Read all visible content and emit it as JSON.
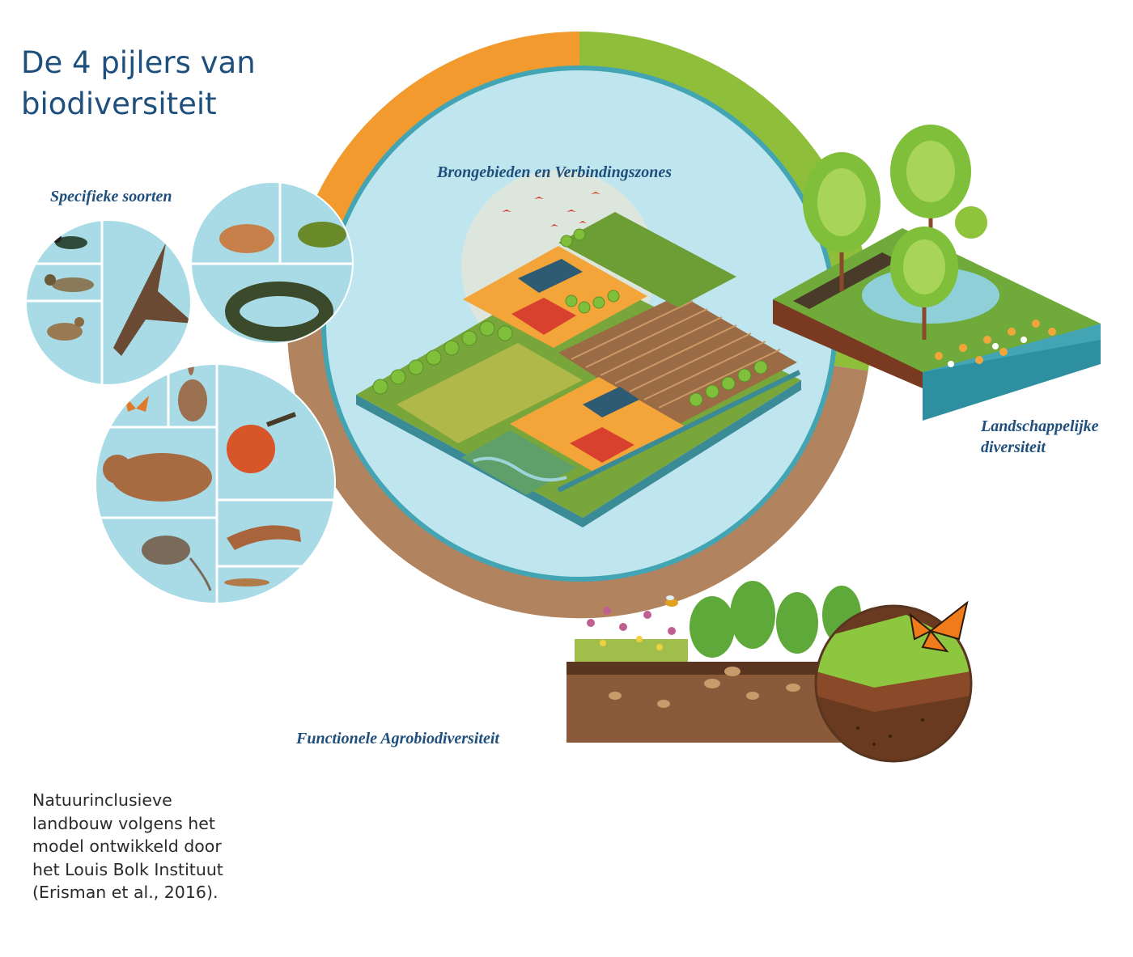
{
  "title": "De 4 pijlers van biodiversiteit",
  "pillars": {
    "specifieke_soorten": "Specifieke soorten",
    "brongebieden": "Brongebieden en Verbindingszones",
    "landschappelijke": "Landschappelijke diversiteit",
    "functionele": "Functionele Agrobiodiversiteit"
  },
  "caption": "Natuurinclusieve landbouw volgens het model ontwikkeld door het Louis Bolk Instituut (Erisman et al., 2016).",
  "colors": {
    "title": "#1f4f7c",
    "ring_orange": "#f29a2e",
    "ring_green": "#8fbe3a",
    "ring_brown": "#b2835f",
    "ring_teal": "#43a5b3",
    "disc": "#bfe6ee"
  },
  "icons": [
    "lapwing-icon",
    "duck-icon",
    "lark-icon",
    "harrier-icon",
    "toad-icon",
    "frog-icon",
    "snake-icon",
    "hare-icon",
    "butterfly-icon",
    "snail-icon",
    "fox-icon",
    "stoat-icon",
    "mouse-icon",
    "newt-icon",
    "monarch-butterfly-icon",
    "bee-icon"
  ]
}
